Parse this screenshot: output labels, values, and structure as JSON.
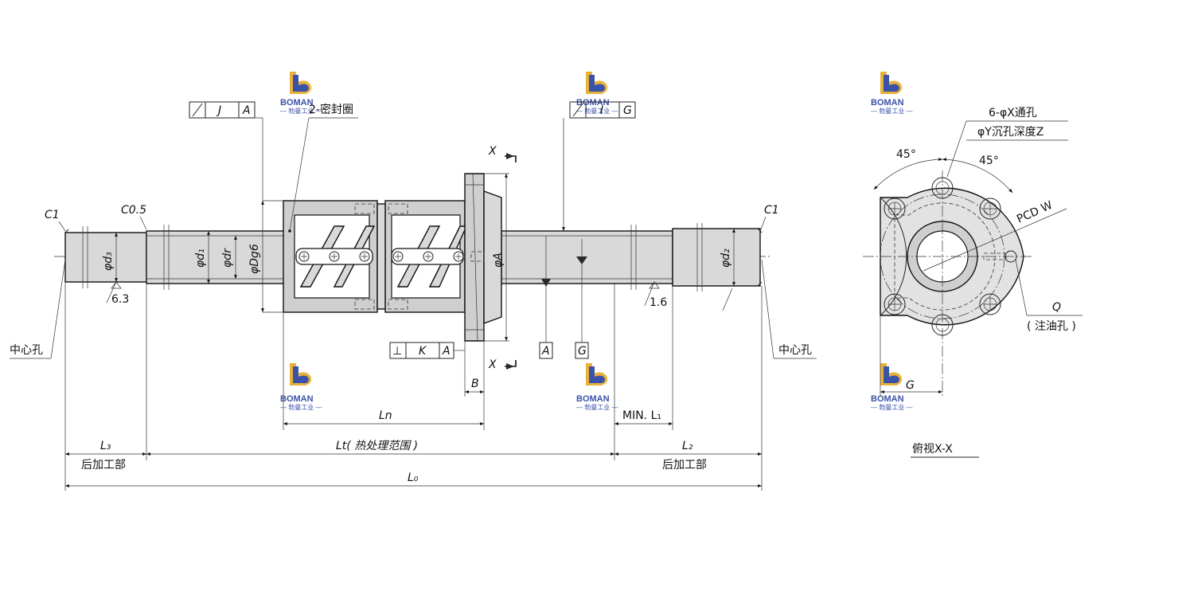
{
  "brand": {
    "logo_name": "BOMAN",
    "logo_sub": "— 勃曼工业 —",
    "color_primary": "#3a52a8",
    "color_secondary": "#e8b23a"
  },
  "labels": {
    "c1_left": "C1",
    "c05": "C0.5",
    "c1_right": "C1",
    "seal": "2-密封圈",
    "tol_j": "J",
    "tol_a": "A",
    "tol_i": "I",
    "tol_g": "G",
    "tol_k": "K",
    "tol_a2": "A",
    "perp": "⊥",
    "datum_a": "A",
    "datum_g": "G",
    "x_top": "X",
    "x_bottom": "X",
    "phi_d3": "φd₃",
    "phi_d1": "φd₁",
    "phi_dr": "φdr",
    "phi_dg6": "φDg6",
    "phi_a": "φA",
    "phi_d2": "φd₂",
    "rough_63": "6.3",
    "rough_16": "1.6",
    "center_hole_left": "中心孔",
    "center_hole_right": "中心孔",
    "dim_b": "B",
    "dim_ln": "Ln",
    "dim_min_l1": "MIN. L₁",
    "dim_l3": "L₃",
    "dim_lt": "Lt( 热处理范围 )",
    "dim_l2": "L₂",
    "dim_l0": "L₀",
    "after_left": "后加工部",
    "after_right": "后加工部",
    "holes": "6-φX通孔",
    "counterbore": "φY沉孔深度Z",
    "angle1": "45°",
    "angle2": "45°",
    "pcd": "PCD W",
    "oil_q": "Q",
    "oil_hole": "( 注油孔 )",
    "dim_g": "G",
    "view_title": "俯视X-X"
  }
}
